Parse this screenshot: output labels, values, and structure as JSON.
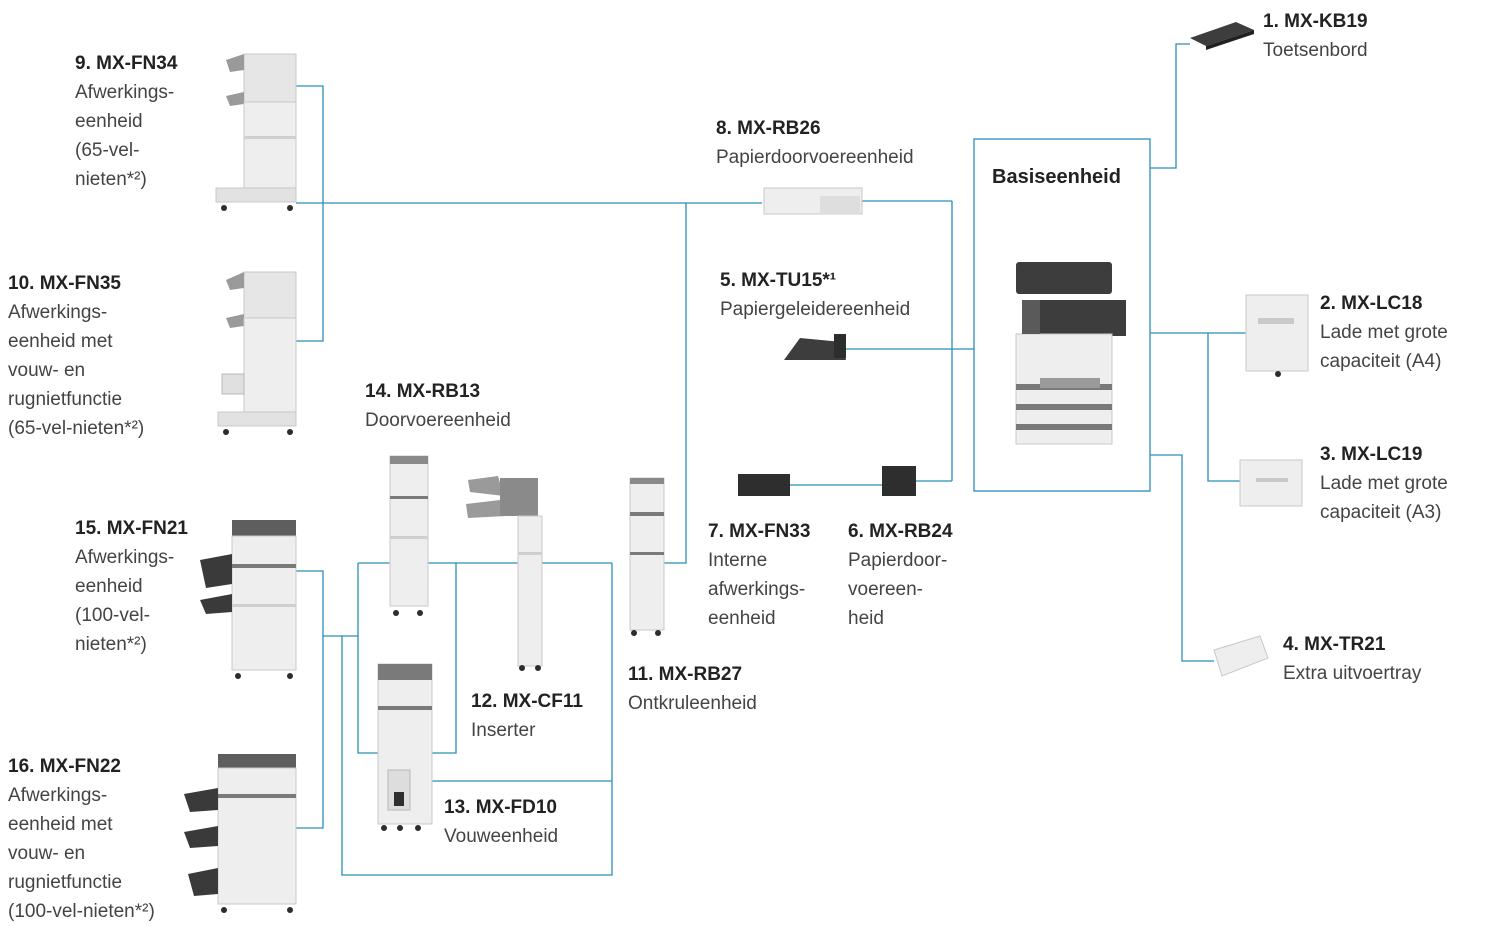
{
  "base_unit": {
    "title": "Basiseenheid"
  },
  "components": [
    {
      "id": "kb19",
      "code": "1. MX-KB19",
      "desc": "Toetsenbord"
    },
    {
      "id": "lc18",
      "code": "2. MX-LC18",
      "desc": "Lade met grote capaciteit (A4)"
    },
    {
      "id": "lc19",
      "code": "3. MX-LC19",
      "desc": "Lade met grote capaciteit (A3)"
    },
    {
      "id": "tr21",
      "code": "4. MX-TR21",
      "desc": "Extra uitvoertray"
    },
    {
      "id": "tu15",
      "code": "5. MX-TU15*¹",
      "desc": "Papiergeleidereenheid"
    },
    {
      "id": "rb24",
      "code": "6. MX-RB24",
      "desc": "Papierdoor-voereen-heid"
    },
    {
      "id": "fn33",
      "code": "7. MX-FN33",
      "desc": "Interne afwerkings-eenheid"
    },
    {
      "id": "rb26",
      "code": "8. MX-RB26",
      "desc": "Papierdoorvoereenheid"
    },
    {
      "id": "fn34",
      "code": "9. MX-FN34",
      "desc": "Afwerkings-eenheid (65-vel-nieten*²)"
    },
    {
      "id": "fn35",
      "code": "10. MX-FN35",
      "desc": "Afwerkings-eenheid met vouw- en rugnietfunctie (65-vel-nieten*²)"
    },
    {
      "id": "rb27",
      "code": "11. MX-RB27",
      "desc": "Ontkruleenheid"
    },
    {
      "id": "cf11",
      "code": "12. MX-CF11",
      "desc": "Inserter"
    },
    {
      "id": "fd10",
      "code": "13. MX-FD10",
      "desc": "Vouweenheid"
    },
    {
      "id": "rb13",
      "code": "14. MX-RB13",
      "desc": "Doorvoereenheid"
    },
    {
      "id": "fn21",
      "code": "15. MX-FN21",
      "desc": "Afwerkings-eenheid (100-vel-nieten*²)"
    },
    {
      "id": "fn22",
      "code": "16. MX-FN22",
      "desc": "Afwerkings-eenheid met vouw- en rugnietfunctie (100-vel-nieten*²)"
    }
  ],
  "label_lines": {
    "kb19": [
      "Toetsenbord"
    ],
    "lc18": [
      "Lade met grote",
      "capaciteit (A4)"
    ],
    "lc19": [
      "Lade met grote",
      "capaciteit (A3)"
    ],
    "tr21": [
      "Extra uitvoertray"
    ],
    "tu15": [
      "Papiergeleidereenheid"
    ],
    "rb24": [
      "Papierdoor-",
      "voereen-",
      "heid"
    ],
    "fn33": [
      "Interne",
      "afwerkings-",
      "eenheid"
    ],
    "rb26": [
      "Papierdoorvoereenheid"
    ],
    "fn34": [
      "Afwerkings-",
      "eenheid",
      "(65-vel-",
      "nieten*²)"
    ],
    "fn35": [
      "Afwerkings-",
      "eenheid met",
      "vouw- en",
      "rugnietfunctie",
      "(65-vel-nieten*²)"
    ],
    "rb27": [
      "Ontkruleenheid"
    ],
    "cf11": [
      "Inserter"
    ],
    "fd10": [
      "Vouweenheid"
    ],
    "rb13": [
      "Doorvoereenheid"
    ],
    "fn21": [
      "Afwerkings-",
      "eenheid",
      "(100-vel-",
      "nieten*²)"
    ],
    "fn22": [
      "Afwerkings-",
      "eenheid met",
      "vouw- en",
      "rugnietfunctie",
      "(100-vel-nieten*²)"
    ]
  },
  "colors": {
    "connector": "#2a8fb8",
    "machine_body": "#eeeeee",
    "machine_dark": "#3d3d3d"
  }
}
